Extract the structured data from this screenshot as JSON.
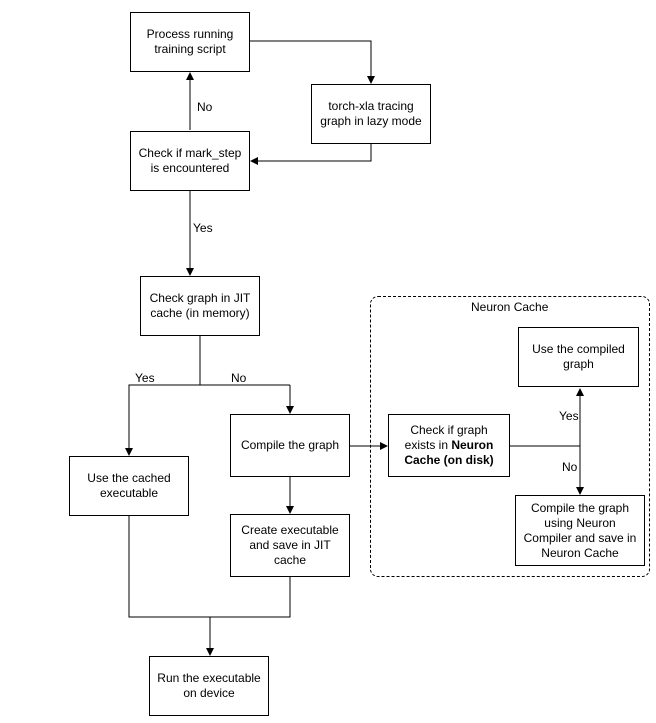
{
  "nodes": {
    "process": "Process running training script",
    "tracing": "torch-xla tracing graph in lazy mode",
    "mark_step": "Check if mark_step is encountered",
    "jit_check": "Check graph in JIT cache (in memory)",
    "cached": "Use the cached executable",
    "compile": "Compile the graph",
    "create": "Create executable and save in JIT cache",
    "run": "Run the executable on device",
    "neuron_check_pre": "Check if graph exists in ",
    "neuron_check_bold": "Neuron Cache (on disk)",
    "use_compiled": "Use the compiled graph",
    "compile_neuron": "Compile the graph using Neuron Compiler and save in Neuron Cache"
  },
  "edge_labels": {
    "no_to_process": "No",
    "yes_to_jit": "Yes",
    "jit_yes": "Yes",
    "jit_no": "No",
    "neuron_yes": "Yes",
    "neuron_no": "No"
  },
  "region": {
    "title": "Neuron Cache"
  }
}
